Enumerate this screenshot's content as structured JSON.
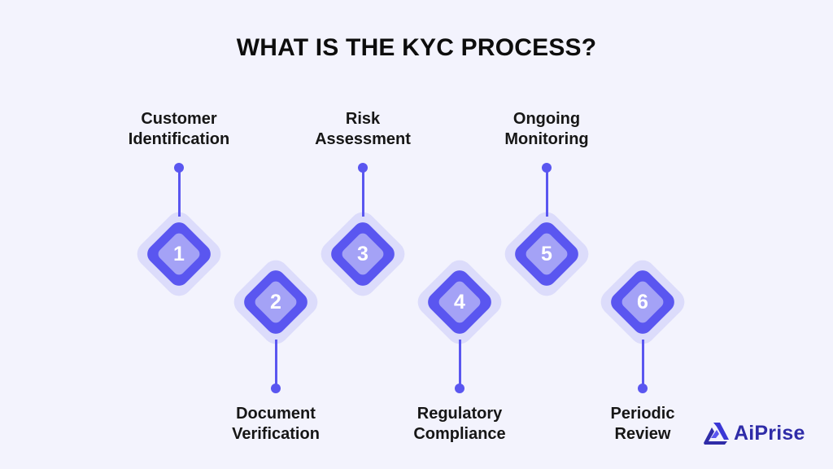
{
  "title": "WHAT IS THE KYC PROCESS?",
  "steps": [
    {
      "number": "1",
      "line1": "Customer",
      "line2": "Identification"
    },
    {
      "number": "2",
      "line1": "Document",
      "line2": "Verification"
    },
    {
      "number": "3",
      "line1": "Risk",
      "line2": "Assessment"
    },
    {
      "number": "4",
      "line1": "Regulatory",
      "line2": "Compliance"
    },
    {
      "number": "5",
      "line1": "Ongoing",
      "line2": "Monitoring"
    },
    {
      "number": "6",
      "line1": "Periodic",
      "line2": "Review"
    }
  ],
  "brand": {
    "name": "AiPrise",
    "logo_icon": "aiprise-logo-icon"
  },
  "colors": {
    "background": "#f3f3fd",
    "accent": "#5a56f0",
    "halo": "#dcdcfb",
    "inner": "#a4a2f6",
    "brand_text": "#2f2ca8"
  }
}
